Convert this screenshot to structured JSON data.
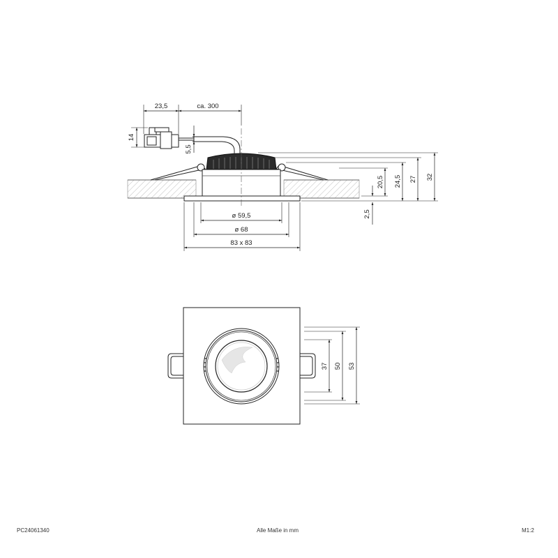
{
  "side_view": {
    "dimensions": {
      "connector_offset": "23,5",
      "cable_length": "ca. 300",
      "connector_height": "14",
      "cable_diameter": "5,5",
      "diameter_inner": "ø 59,5",
      "diameter_cutout": "ø 68",
      "frame_size": "83 x 83",
      "depth_1": "20,5",
      "depth_2": "24,5",
      "depth_3": "27",
      "depth_total": "32",
      "flange_height": "2,5"
    }
  },
  "top_view": {
    "dimensions": {
      "inner_diameter": "37",
      "middle_diameter": "50",
      "outer_diameter": "53"
    }
  },
  "footer": {
    "article_number": "PC24061340",
    "units_note": "Alle Maße in mm",
    "scale": "M1:2"
  }
}
